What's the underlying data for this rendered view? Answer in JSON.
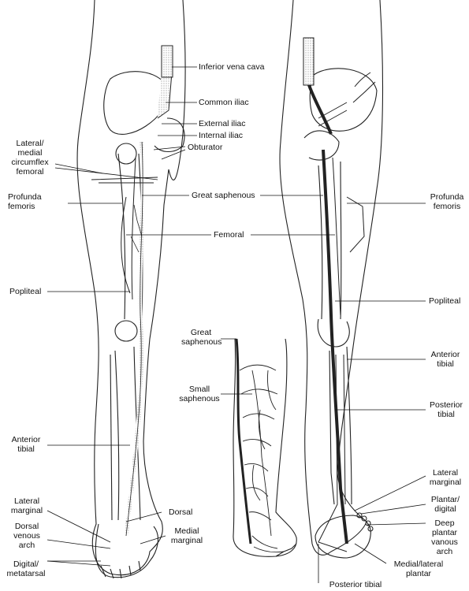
{
  "labels": {
    "inferior_vena_cava": "Inferior vena cava",
    "common_iliac": "Common iliac",
    "external_iliac": "External iliac",
    "internal_iliac": "Internal iliac",
    "obturator": "Obturator",
    "lateral_medial_circumflex_femoral": "Lateral/\nmedial\ncircumflex\nfemoral",
    "great_saphenous_top": "Great saphenous",
    "profunda_femoris_left": "Profunda\nfemoris",
    "profunda_femoris_right": "Profunda\nfemoris",
    "femoral": "Femoral",
    "popliteal_left": "Popliteal",
    "popliteal_right": "Popliteal",
    "great_saphenous_small": "Great\nsaphenous",
    "small_saphenous": "Small\nsaphenous",
    "anterior_tibial_right": "Anterior\ntibial",
    "posterior_tibial_right": "Posterior\ntibial",
    "anterior_tibial_left": "Anterior\ntibial",
    "lateral_marginal_left": "Lateral\nmarginal",
    "dorsal": "Dorsal",
    "medial_marginal": "Medial\nmarginal",
    "dorsal_venous_arch": "Dorsal\nvenous\narch",
    "digital_metatarsal": "Digital/\nmetatarsal",
    "lateral_marginal_right": "Lateral\nmarginal",
    "plantar_digital": "Plantar/\ndigital",
    "deep_plantar_venous_arch": "Deep\nplantar\nvanous\narch",
    "medial_lateral_plantar": "Medial/lateral\nplantar",
    "posterior_tibial_bottom": "Posterior tibial"
  }
}
